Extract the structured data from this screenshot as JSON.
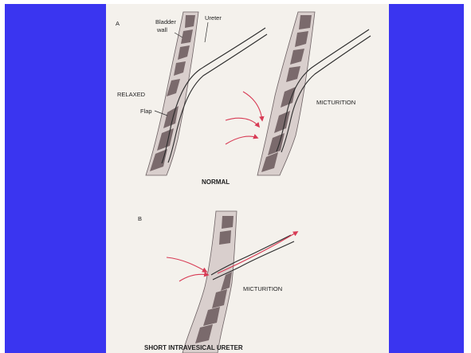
{
  "slide": {
    "background_color": "#3a35f0",
    "sheet_color": "#f4f1ec",
    "arrow_color": "#d83b55"
  },
  "panel_a": {
    "letter": "A",
    "labels": {
      "bladder_wall": [
        "Bladder",
        "wall"
      ],
      "ureter": "Ureter",
      "relaxed": "RELAXED",
      "flap": "Flap",
      "micturition": "MICTURITION"
    },
    "caption": "NORMAL"
  },
  "panel_b": {
    "letter": "B",
    "labels": {
      "micturition": "MICTURITION"
    },
    "caption": "SHORT INTRAVESICAL URETER"
  }
}
